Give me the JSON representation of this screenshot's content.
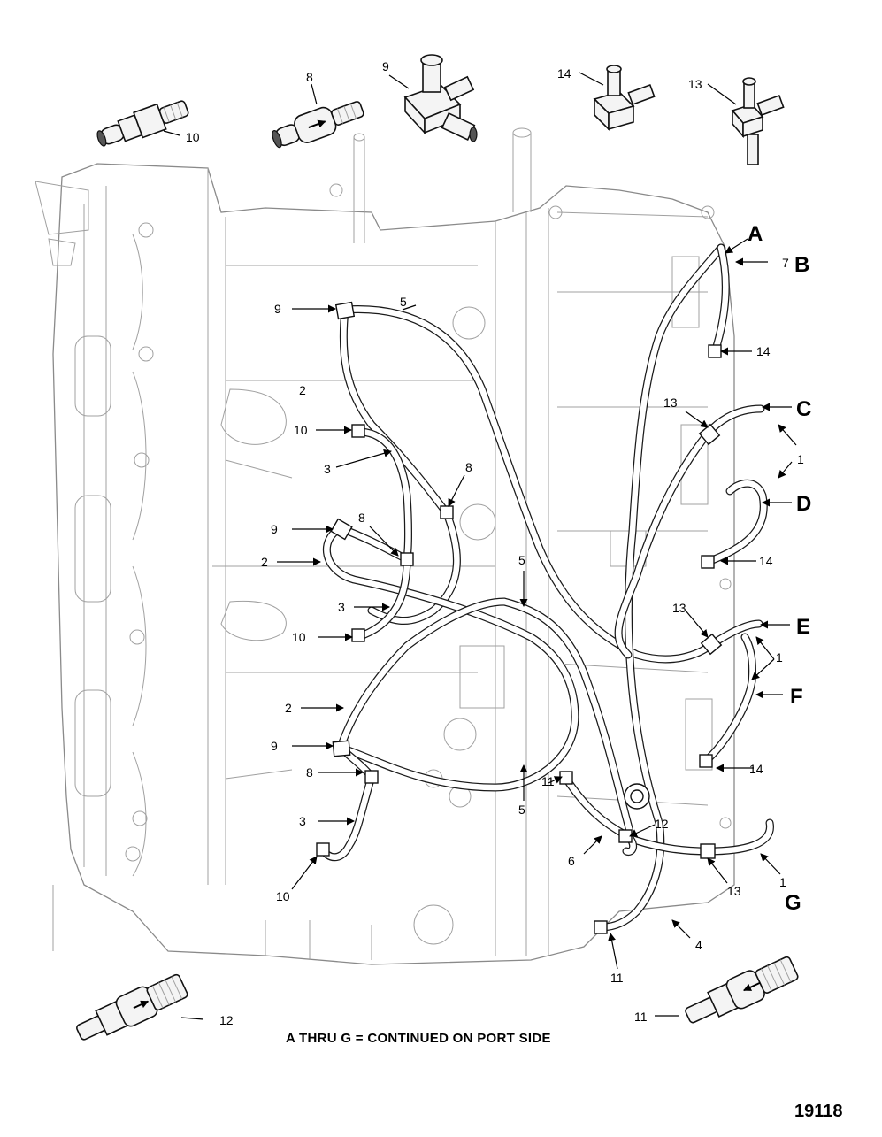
{
  "diagram": {
    "caption": "A THRU G = CONTINUED ON PORT SIDE",
    "figure_number": "19118",
    "continuation_letters": [
      "A",
      "B",
      "C",
      "D",
      "E",
      "F",
      "G"
    ],
    "callouts": [
      "10",
      "8",
      "9",
      "14",
      "13",
      "9",
      "5",
      "7",
      "14",
      "2",
      "10",
      "3",
      "8",
      "13",
      "1",
      "9",
      "8",
      "2",
      "3",
      "10",
      "14",
      "13",
      "1",
      "5",
      "2",
      "9",
      "8",
      "3",
      "5",
      "11",
      "12",
      "6",
      "10",
      "13",
      "1",
      "4",
      "11",
      "12",
      "11",
      "14"
    ]
  }
}
